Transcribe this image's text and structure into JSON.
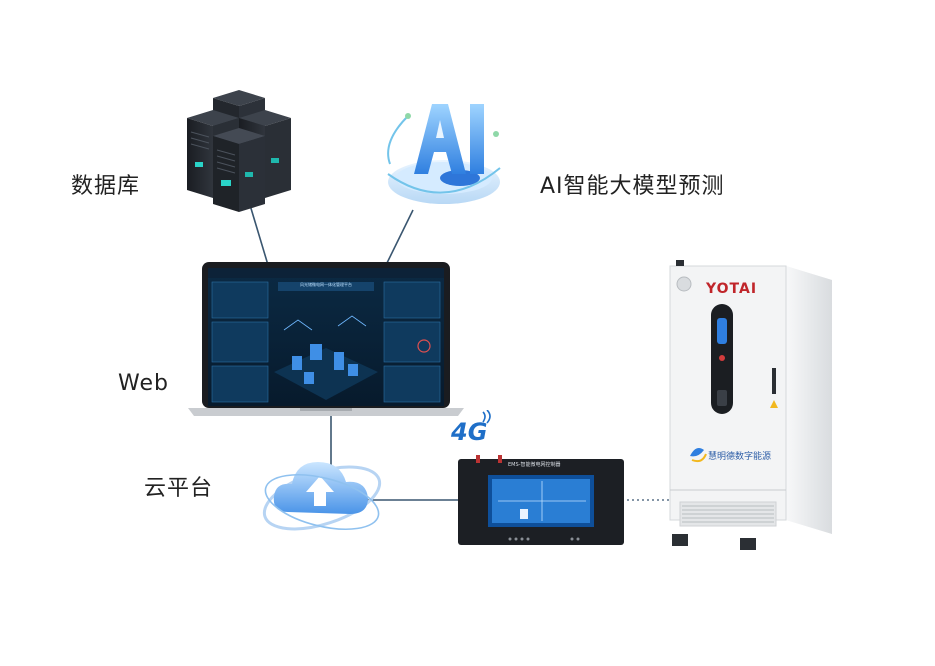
{
  "labels": {
    "database": "数据库",
    "ai": "AI智能大模型预测",
    "web": "Web",
    "cloud": "云平台"
  },
  "badges": {
    "network": "4G"
  },
  "cabinet": {
    "brand": "YOTAI",
    "company": "慧明德数字能源"
  },
  "controller": {
    "title": "EMS-智能微电网控制器"
  },
  "laptop": {
    "screen_title": "风光储微电网一体化管理平台"
  },
  "colors": {
    "line": "#3a5670",
    "accent_blue": "#1f6fc8",
    "cabinet_body": "#f2f3f4",
    "server_dark": "#23272d"
  }
}
